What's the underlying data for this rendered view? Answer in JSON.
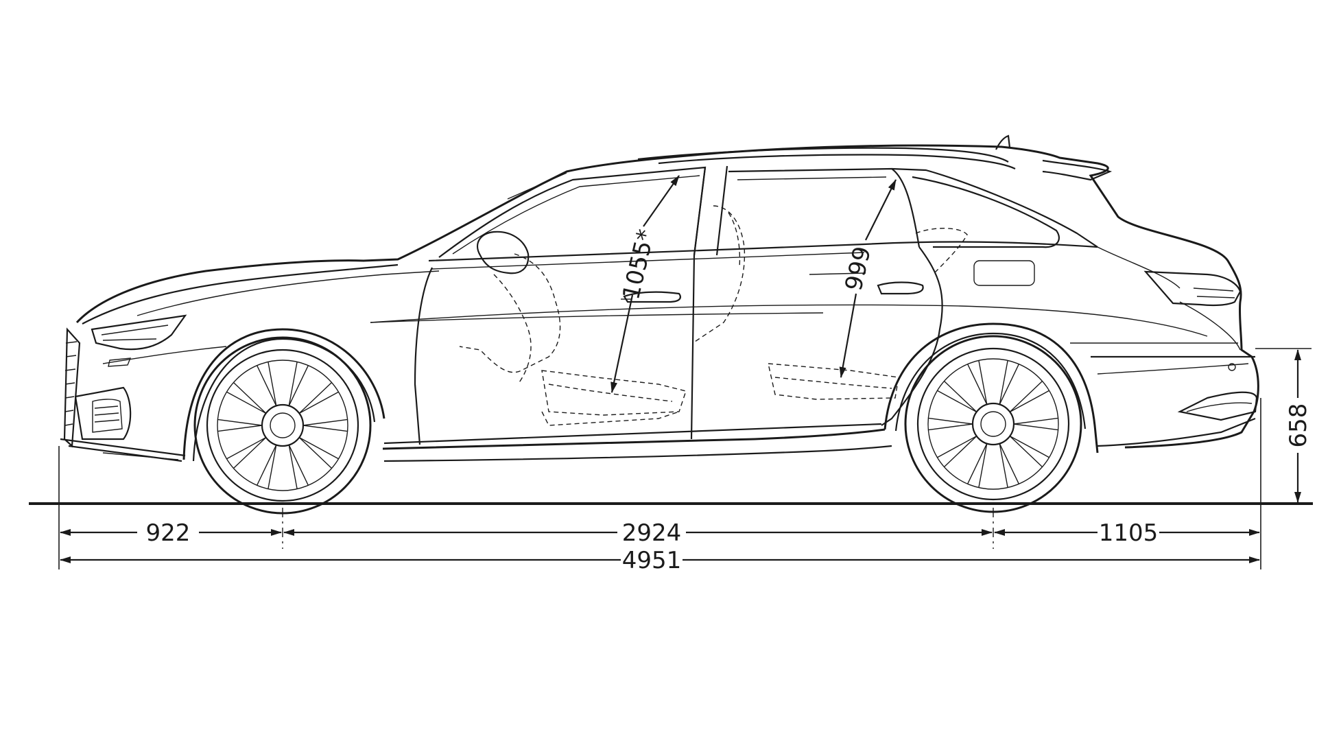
{
  "dimensions": {
    "front_overhang": "922",
    "wheelbase": "2924",
    "rear_overhang": "1105",
    "overall_length": "4951",
    "front_headroom": "1055*",
    "rear_headroom": "999",
    "loading_height": "658"
  },
  "colors": {
    "line": "#1a1a1a",
    "background": "#ffffff"
  }
}
